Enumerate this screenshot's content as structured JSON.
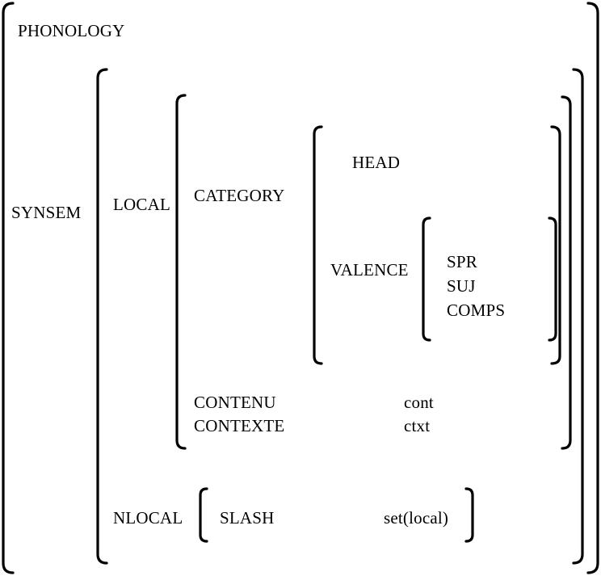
{
  "avm": {
    "phonology": "PHONOLOGY",
    "synsem": "SYNSEM",
    "local": "LOCAL",
    "category": "CATEGORY",
    "head": "HEAD",
    "valence": "VALENCE",
    "spr": "SPR",
    "suj": "SUJ",
    "comps": "COMPS",
    "contenu": "CONTENU",
    "contenu_value": "cont",
    "contexte": "CONTEXTE",
    "contexte_value": "ctxt",
    "nlocal": "NLOCAL",
    "slash": "SLASH",
    "slash_value": "set(local)"
  }
}
